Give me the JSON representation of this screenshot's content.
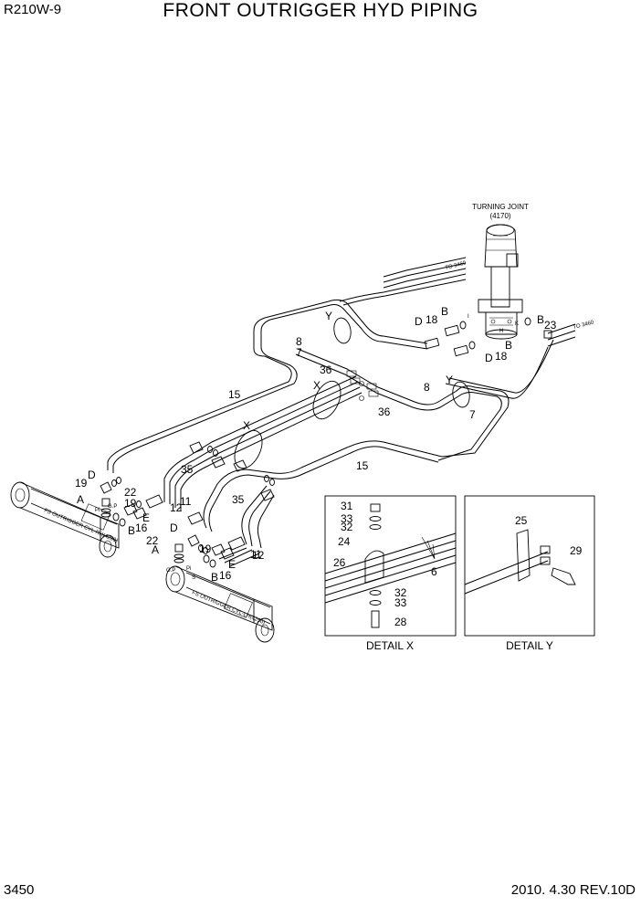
{
  "header": {
    "model": "R210W-9",
    "title": "FRONT OUTRIGGER HYD PIPING"
  },
  "footer": {
    "page": "3450",
    "revision": "2010. 4.30  REV.10D"
  },
  "turning_joint": {
    "name": "TURNING JOINT",
    "code": "(4170)"
  },
  "to_refs": [
    "TO 3460",
    "TO 3460"
  ],
  "cyl_labels": [
    "FS OUTRIGGER CYL-RH(4250)",
    "FS OUTRIGGER CYL-LH(4250)"
  ],
  "port_labels": {
    "A": "A",
    "B": "B",
    "D": "D",
    "E": "E",
    "X": "X",
    "Y": "Y",
    "H": "H",
    "K": "K",
    "I": "I",
    "GP": "G.P",
    "PI": "Pi",
    "S": "S"
  },
  "detail_x": {
    "caption": "DETAIL  X",
    "parts": [
      "31",
      "33",
      "32",
      "24",
      "26",
      "6",
      "32",
      "33",
      "28"
    ]
  },
  "detail_y": {
    "caption": "DETAIL  Y",
    "parts": [
      "25",
      "29"
    ]
  },
  "part_numbers": {
    "p7": "7",
    "p8": "8",
    "p11": "11",
    "p12": "12",
    "p15": "15",
    "p16": "16",
    "p18": "18",
    "p19": "19",
    "p22": "22",
    "p23": "23",
    "p35": "35",
    "p36": "36"
  }
}
